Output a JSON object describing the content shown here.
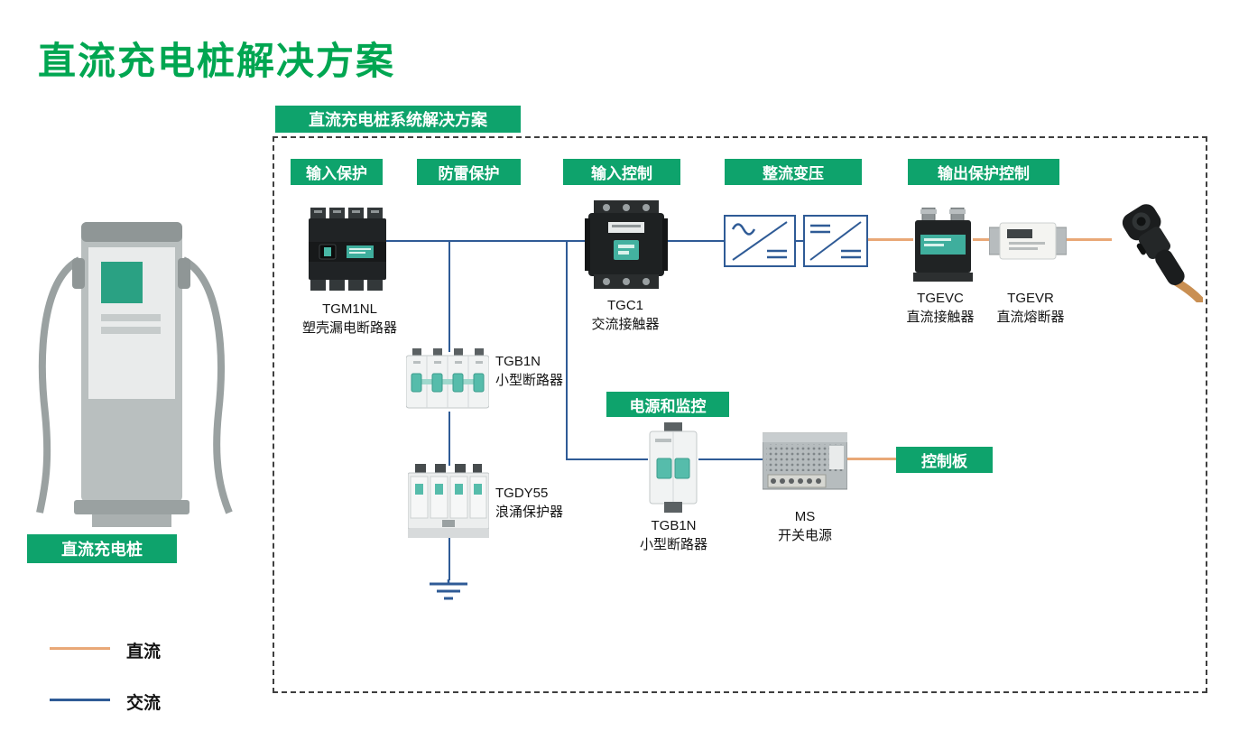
{
  "title": "直流充电桩解决方案",
  "diagram": {
    "header": "直流充电桩系统解决方案",
    "badges": {
      "input_protection": "输入保护",
      "surge_protection": "防雷保护",
      "input_control": "输入控制",
      "rectify_transform": "整流变压",
      "output_protection": "输出保护控制",
      "power_monitoring": "电源和监控",
      "control_board": "控制板"
    },
    "products": {
      "tgm1nl": {
        "model": "TGM1NL",
        "desc": "塑壳漏电断路器"
      },
      "tgb1n_main": {
        "model": "TGB1N",
        "desc": "小型断路器"
      },
      "tgdy55": {
        "model": "TGDY55",
        "desc": "浪涌保护器"
      },
      "tgc1": {
        "model": "TGC1",
        "desc": "交流接触器"
      },
      "tgevc": {
        "model": "TGEVC",
        "desc": "直流接触器"
      },
      "tgevr": {
        "model": "TGEVR",
        "desc": "直流熔断器"
      },
      "tgb1n_aux": {
        "model": "TGB1N",
        "desc": "小型断路器"
      },
      "ms": {
        "model": "MS",
        "desc": "开关电源"
      }
    }
  },
  "pile": {
    "label": "直流充电桩"
  },
  "legend": {
    "dc_label": "直流",
    "ac_label": "交流"
  },
  "colors": {
    "title_green": "#00A651",
    "badge_green": "#0EA36C",
    "ac_blue": "#2F5B96",
    "dc_orange": "#E9A877"
  }
}
